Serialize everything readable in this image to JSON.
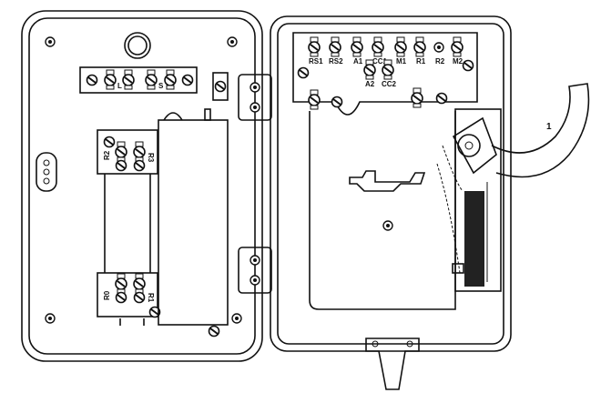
{
  "diagram": {
    "left_panel": {
      "terminal_strip_labels": [
        "L",
        "S"
      ],
      "upper_block_labels": [
        "R2",
        "R3"
      ],
      "lower_block_labels": [
        "R0",
        "R1"
      ]
    },
    "right_panel": {
      "top_row_labels": [
        "RS1",
        "RS2",
        "A1",
        "CC1",
        "M1",
        "R1",
        "R2",
        "M2"
      ],
      "second_row_labels": [
        "A2",
        "CC2"
      ],
      "lever_label": "1"
    }
  }
}
